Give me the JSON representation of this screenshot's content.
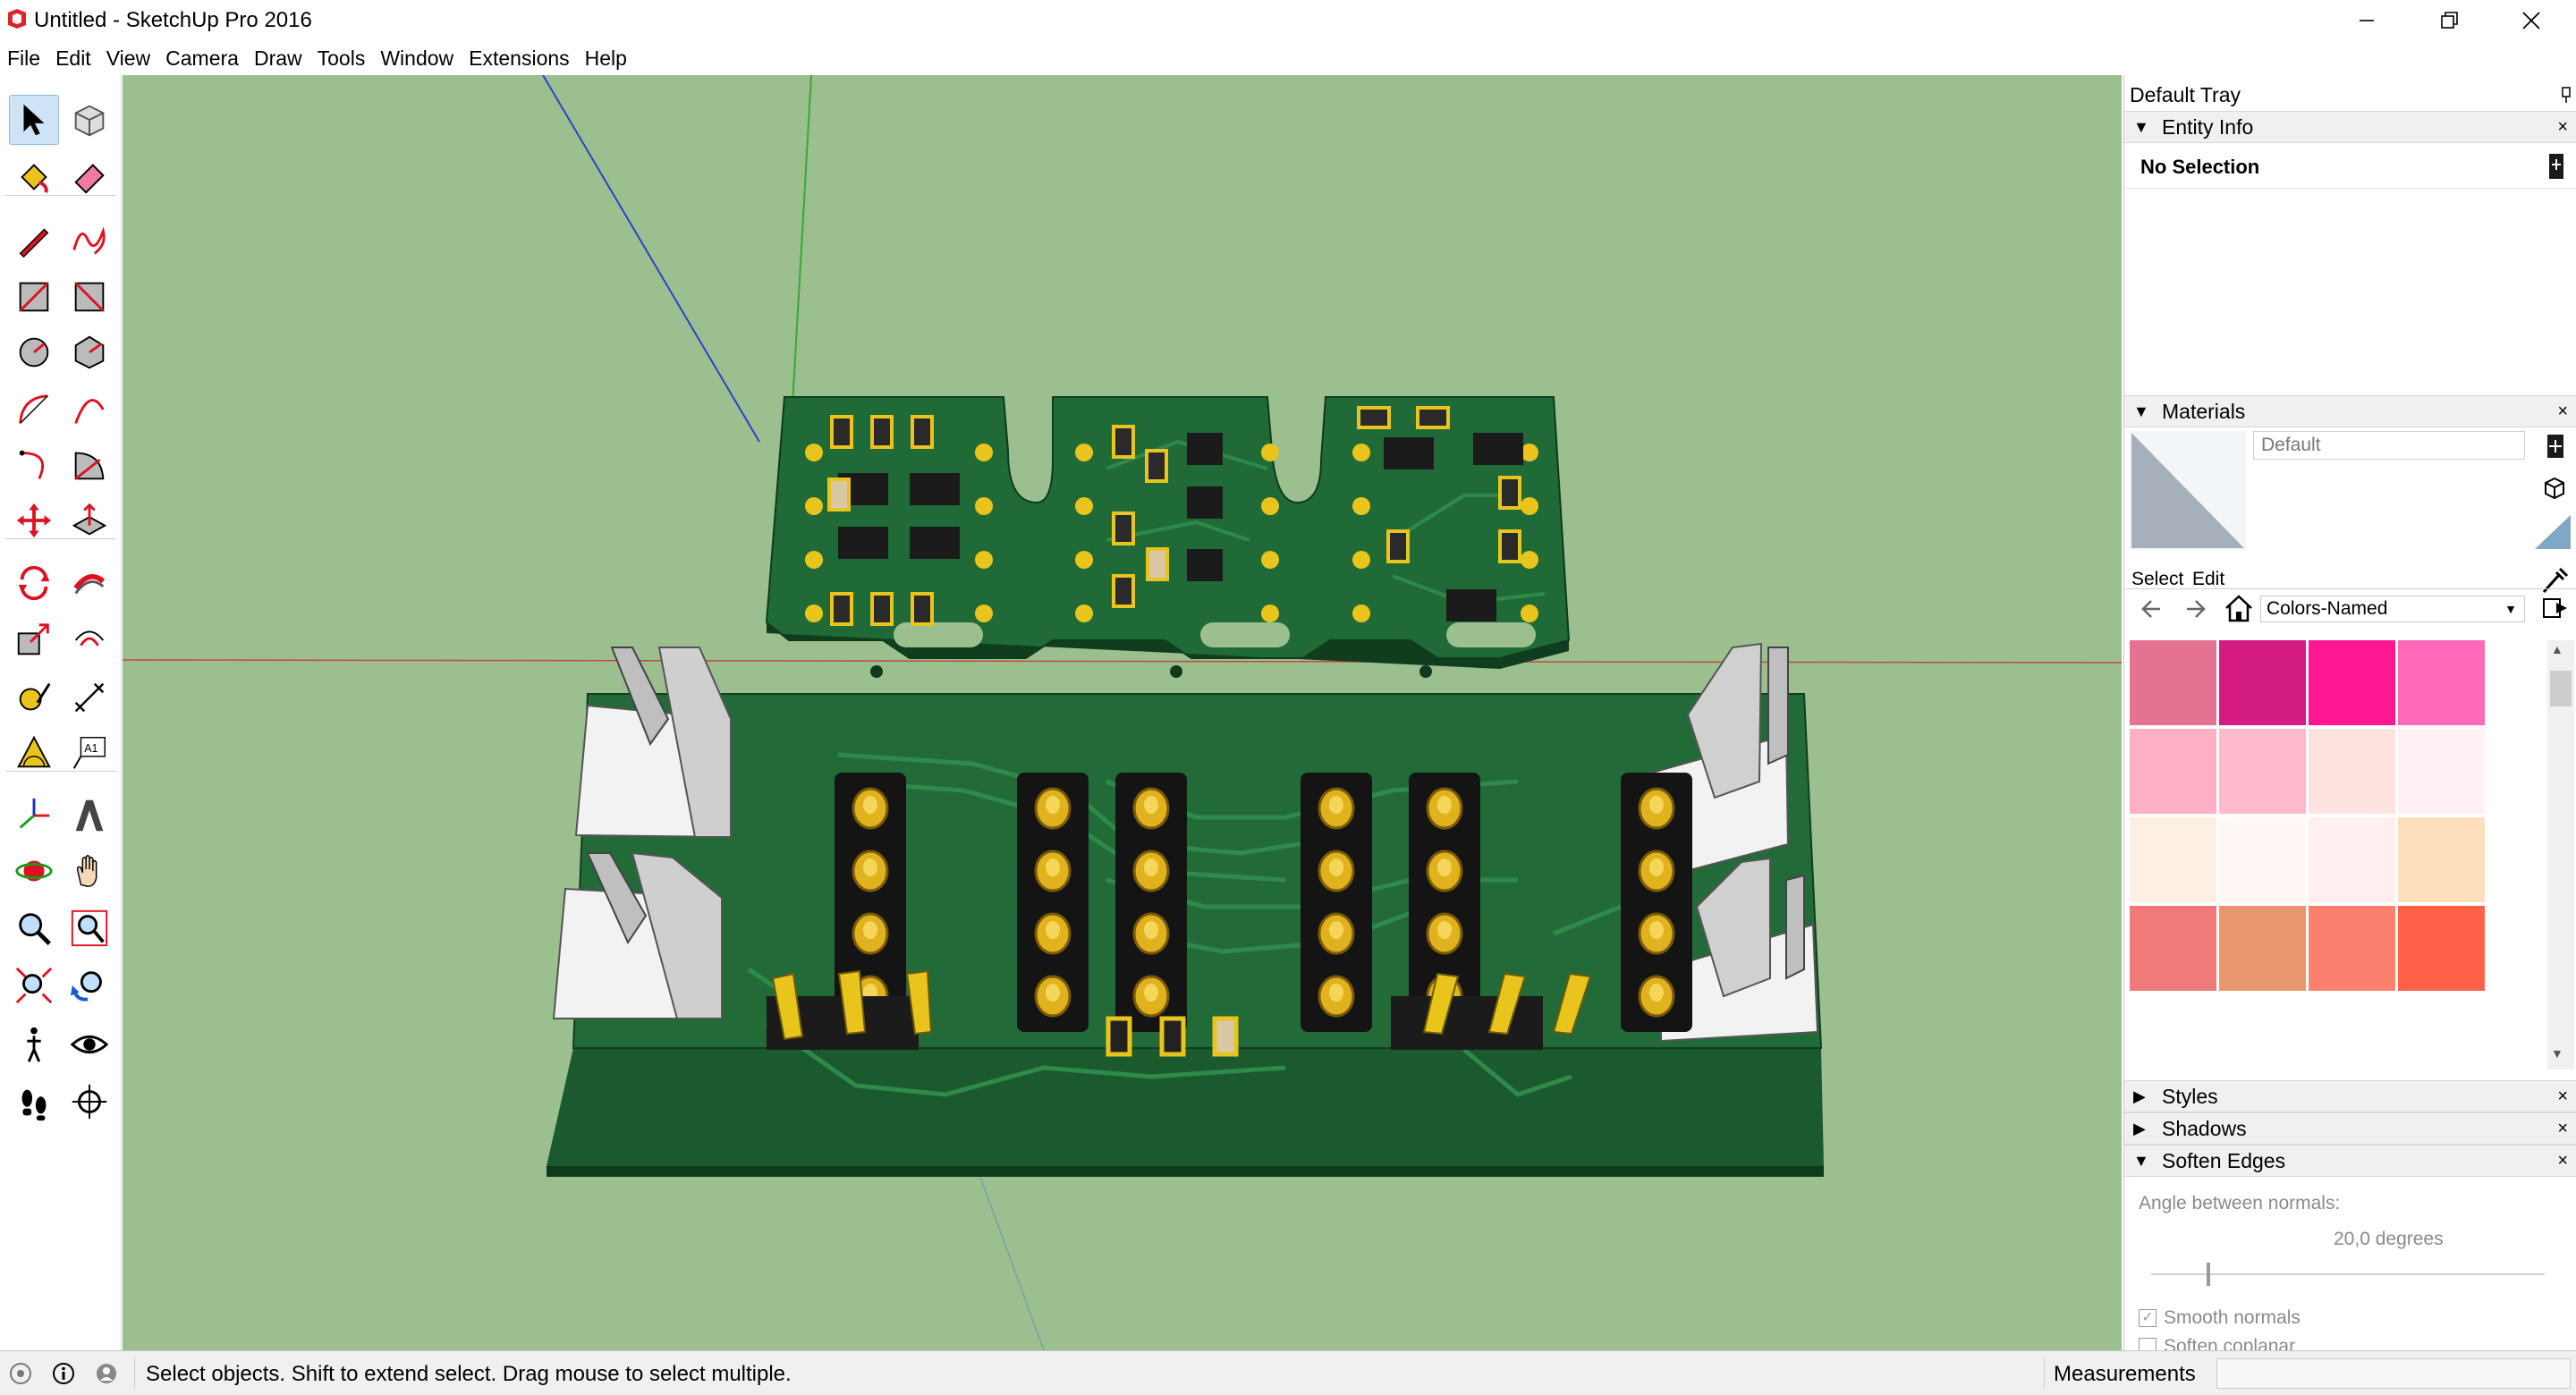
{
  "window": {
    "title": "Untitled - SketchUp Pro 2016",
    "buttons": [
      "minimize-icon",
      "restore-icon",
      "close-icon"
    ]
  },
  "menubar": {
    "items": [
      "File",
      "Edit",
      "View",
      "Camera",
      "Draw",
      "Tools",
      "Window",
      "Extensions",
      "Help"
    ]
  },
  "toolbar": {
    "tools": [
      "select-arrow-icon",
      "make-component-icon",
      "paint-bucket-icon",
      "eraser-icon",
      "pencil-line-icon",
      "freehand-icon",
      "rectangle-icon",
      "rotated-rectangle-icon",
      "circle-icon",
      "polygon-icon",
      "arc-icon",
      "two-point-arc-icon",
      "three-point-arc-icon",
      "pie-icon",
      "move-icon",
      "push-pull-icon",
      "rotate-icon",
      "follow-me-icon",
      "scale-icon",
      "offset-icon",
      "tape-measure-icon",
      "dimension-icon",
      "protractor-icon",
      "text-label-icon",
      "axes-icon",
      "3d-text-icon",
      "orbit-icon",
      "pan-hand-icon",
      "zoom-icon",
      "zoom-window-icon",
      "zoom-extents-icon",
      "previous-view-icon",
      "walk-person-icon",
      "look-around-eye-icon",
      "footsteps-icon",
      "position-camera-icon"
    ],
    "text_tool_label": "A1"
  },
  "tray": {
    "title": "Default Tray",
    "entity_info": {
      "header": "Entity Info",
      "selection": "No Selection"
    },
    "materials": {
      "header": "Materials",
      "material_name": "Default",
      "tab_select": "Select",
      "tab_edit": "Edit",
      "library": "Colors-Named",
      "swatches": [
        "#e37390",
        "#d41b84",
        "#ff1792",
        "#ff69b8",
        "#ffb0c4",
        "#ffbbcc",
        "#ffe3e0",
        "#fff0f4",
        "#fdf0e2",
        "#fff8f4",
        "#fff0ef",
        "#ffdfbb",
        "#f07a7a",
        "#e8966f",
        "#fb8070",
        "#ff6048"
      ]
    },
    "styles": {
      "header": "Styles"
    },
    "shadows": {
      "header": "Shadows"
    },
    "soften_edges": {
      "header": "Soften Edges",
      "angle_label": "Angle between normals:",
      "angle_value": "20,0  degrees",
      "slider_fraction": 0.14,
      "smooth_normals": "Smooth normals",
      "soften_coplanar": "Soften coplanar"
    }
  },
  "status": {
    "message": "Select objects. Shift to extend select. Drag mouse to select multiple.",
    "measurements_label": "Measurements",
    "measurements_value": ""
  },
  "colors": {
    "viewport_background": "#9cbf8f",
    "pcb_green": "#226b38",
    "pad_gold": "#e9c41d"
  }
}
